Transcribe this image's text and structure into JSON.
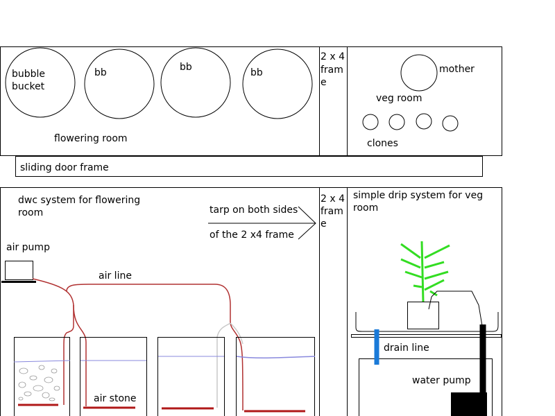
{
  "top_section": {
    "bucket_1_label_line1": "bubble",
    "bucket_1_label_line2": "bucket",
    "bucket_2_label": "bb",
    "bucket_3_label": "bb",
    "bucket_4_label": "bb",
    "room_label": "flowering room",
    "frame_label_line1": "2 x 4",
    "frame_label_line2": "fram",
    "frame_label_line3": "e",
    "mother_label": "mother",
    "veg_room_label": "veg room",
    "clones_label": "clones"
  },
  "door": {
    "label": "sliding door frame"
  },
  "bottom_section": {
    "dwc_title_line1": "dwc system for flowering",
    "dwc_title_line2": "room",
    "air_pump_label": "air pump",
    "air_line_label": "air line",
    "tarp_line1": "tarp on both sides",
    "tarp_line2": "of the 2 x4 frame",
    "frame_label_line1": "2 x 4",
    "frame_label_line2": "fram",
    "frame_label_line3": "e",
    "air_stone_label": "air stone",
    "drip_title_line1": "simple drip system for veg",
    "drip_title_line2": "room",
    "drain_line_label": "drain line",
    "water_pump_label": "water pump"
  },
  "colors": {
    "outline": "#000000",
    "air_line": "#b03030",
    "air_line_light": "#c8c8c8",
    "air_stone": "#b01818",
    "water_surface": "#8888dd",
    "plant": "#33dd22",
    "drain_line": "#1a7ad8",
    "pump": "#000000"
  }
}
